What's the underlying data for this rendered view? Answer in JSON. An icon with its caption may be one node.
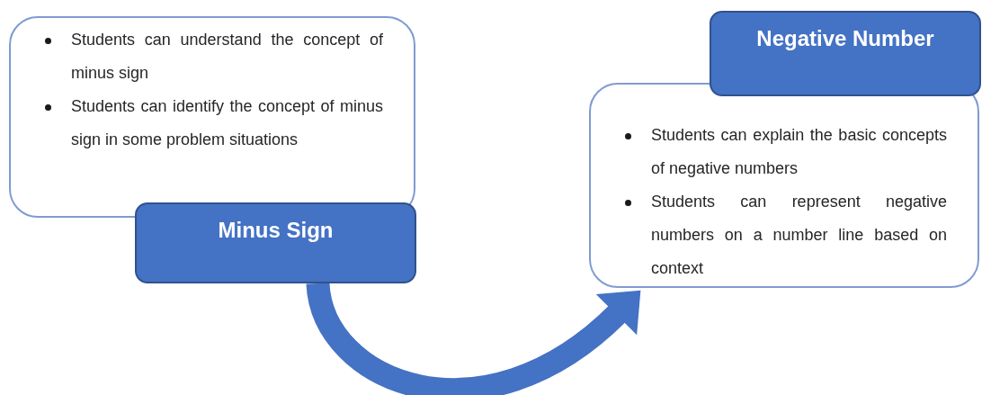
{
  "diagram": {
    "nodes": [
      {
        "text": [
          "Students can understand the concept of minus sign",
          "Students can identify the concept of minus sign in some problem situations"
        ]
      },
      {
        "text": [
          "Minus Sign"
        ]
      },
      {
        "text": [
          "Students can explain the basic concepts of negative numbers",
          "Students can represent negative numbers on a number line based on context"
        ]
      },
      {
        "text": [
          "Negative Number"
        ]
      }
    ],
    "edges": [
      {
        "from": 1,
        "to": 2,
        "arrow": "to"
      }
    ]
  }
}
